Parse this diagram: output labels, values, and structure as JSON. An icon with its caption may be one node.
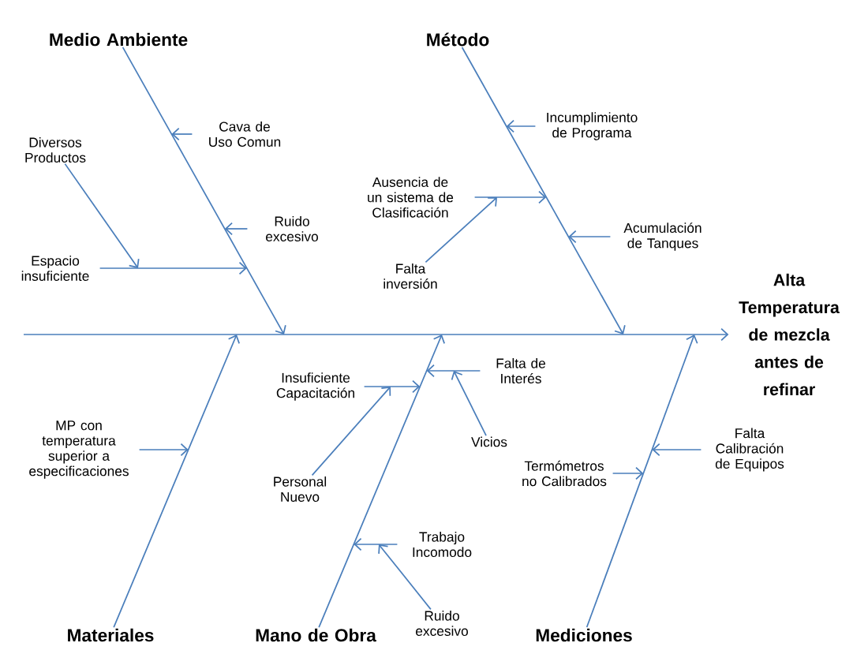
{
  "diagram": {
    "nodes": [
      {
        "text": [
          "Alta Temperatura de mezcla antes de refinar"
        ]
      },
      {
        "text": [
          "Medio Ambiente"
        ]
      },
      {
        "text": [
          "Diversos Productos"
        ]
      },
      {
        "text": [
          "Espacio insuficiente"
        ]
      },
      {
        "text": [
          "Cava de Uso Comun"
        ]
      },
      {
        "text": [
          "Ruido excesivo"
        ]
      },
      {
        "text": [
          "Método"
        ]
      },
      {
        "text": [
          "Incumplimiento de Programa"
        ]
      },
      {
        "text": [
          "Ausencia de un sistema de Clasificación"
        ]
      },
      {
        "text": [
          "Falta inversión"
        ]
      },
      {
        "text": [
          "Acumulación de Tanques"
        ]
      },
      {
        "text": [
          "Materiales"
        ]
      },
      {
        "text": [
          "MP con temperatura superior a especificaciones"
        ]
      },
      {
        "text": [
          "Mano de Obra"
        ]
      },
      {
        "text": [
          "Insuficiente Capacitación"
        ]
      },
      {
        "text": [
          "Personal Nuevo"
        ]
      },
      {
        "text": [
          "Falta de Interés"
        ]
      },
      {
        "text": [
          "Vicios"
        ]
      },
      {
        "text": [
          "Trabajo Incomodo"
        ]
      },
      {
        "text": [
          "Ruido excesivo"
        ]
      },
      {
        "text": [
          "Mediciones"
        ]
      },
      {
        "text": [
          "Termómetros no Calibrados"
        ]
      },
      {
        "text": [
          "Falta Calibración de Equipos"
        ]
      }
    ],
    "edges": [
      {
        "from": null,
        "to": 0,
        "arrow": "to"
      },
      {
        "from": 1,
        "to": null,
        "arrow": "to"
      },
      {
        "from": 6,
        "to": null,
        "arrow": "to"
      },
      {
        "from": 11,
        "to": null,
        "arrow": "to"
      },
      {
        "from": 13,
        "to": null,
        "arrow": "to"
      },
      {
        "from": 20,
        "to": null,
        "arrow": "to"
      },
      {
        "from": 2,
        "to": null,
        "arrow": "to"
      },
      {
        "from": 3,
        "to": null,
        "arrow": "to"
      },
      {
        "from": 4,
        "to": null,
        "arrow": "to"
      },
      {
        "from": 5,
        "to": null,
        "arrow": "to"
      },
      {
        "from": 7,
        "to": null,
        "arrow": "to"
      },
      {
        "from": 8,
        "to": null,
        "arrow": "to"
      },
      {
        "from": 9,
        "to": null,
        "arrow": "to"
      },
      {
        "from": 10,
        "to": null,
        "arrow": "to"
      },
      {
        "from": 12,
        "to": null,
        "arrow": "to"
      },
      {
        "from": 14,
        "to": null,
        "arrow": "to"
      },
      {
        "from": 15,
        "to": null,
        "arrow": "to"
      },
      {
        "from": 16,
        "to": null,
        "arrow": "to"
      },
      {
        "from": 17,
        "to": null,
        "arrow": "to"
      },
      {
        "from": 18,
        "to": null,
        "arrow": "to"
      },
      {
        "from": 19,
        "to": null,
        "arrow": "to"
      },
      {
        "from": 21,
        "to": null,
        "arrow": "to"
      },
      {
        "from": 22,
        "to": null,
        "arrow": "to"
      }
    ]
  }
}
